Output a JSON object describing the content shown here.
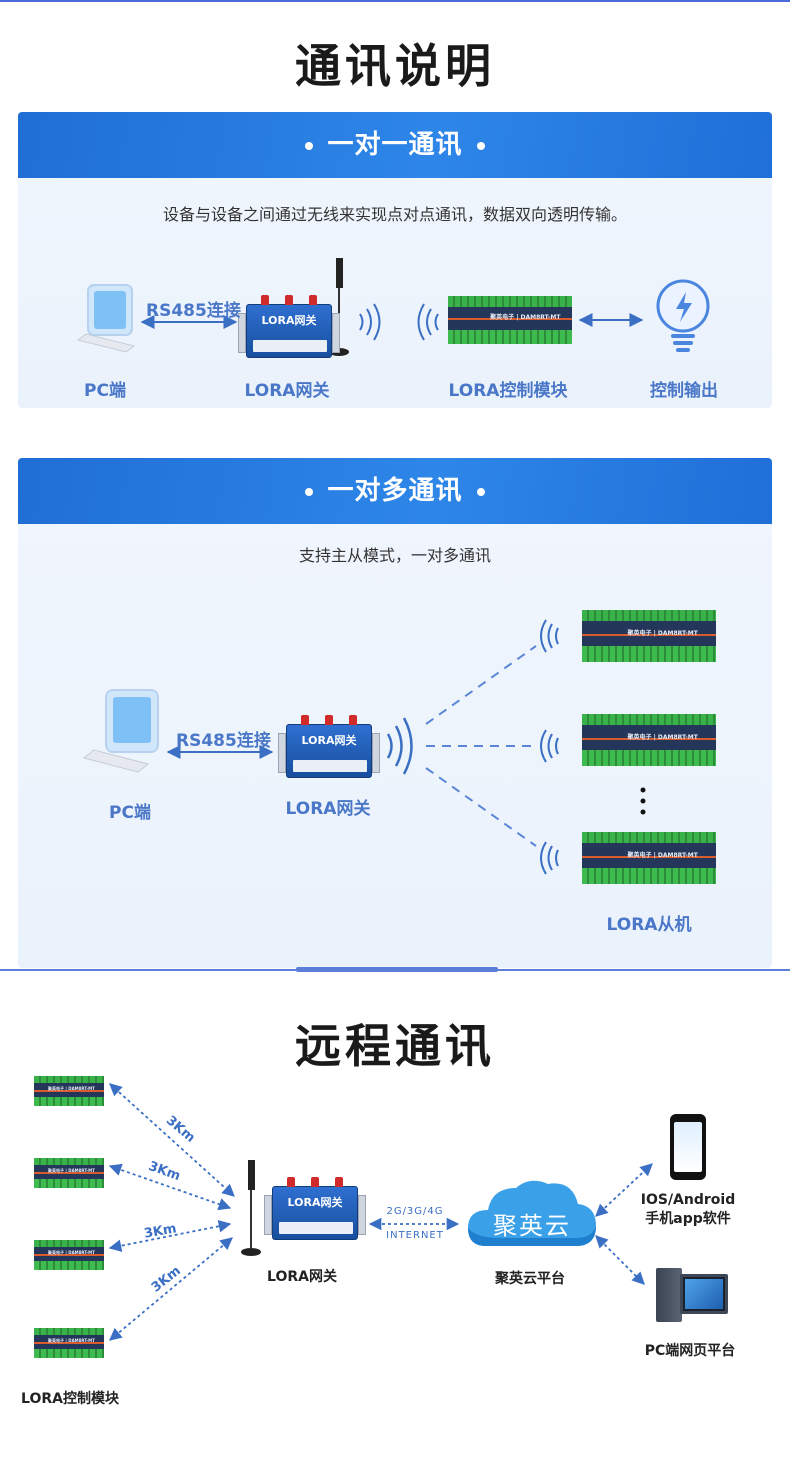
{
  "sections": {
    "comm_title": "通讯说明",
    "remote_title": "远程通讯"
  },
  "one_to_one": {
    "header": "一对一通讯",
    "desc": "设备与设备之间通过无线来实现点对点通讯，数据双向透明传输。",
    "link_label": "RS485连接",
    "pc_label": "PC端",
    "gateway_label": "LORA网关",
    "module_label": "LORA控制模块",
    "output_label": "控制输出"
  },
  "one_to_many": {
    "header": "一对多通讯",
    "desc": "支持主从模式，一对多通讯",
    "link_label": "RS485连接",
    "pc_label": "PC端",
    "gateway_label": "LORA网关",
    "slave_label": "LORA从机"
  },
  "remote": {
    "distance_labels": [
      "3Km",
      "3Km",
      "3Km",
      "3Km"
    ],
    "network_label": "2G/3G/4G",
    "internet_label": "INTERNET",
    "cloud_text": "聚英云",
    "cloud_label": "聚英云平台",
    "gateway_label": "LORA网关",
    "module_label": "LORA控制模块",
    "app_label_1": "IOS/Android",
    "app_label_2": "手机app软件",
    "pc_web_label": "PC端网页平台"
  },
  "devices": {
    "gateway_title": "LORA网关",
    "module_logo": "聚英电子 | DAM8RT-MT"
  },
  "colors": {
    "header_blue": "#2e86e8",
    "label_blue": "#4a77c8",
    "arrow_blue": "#3a6fc4",
    "dashed_blue": "#5b86d6",
    "cloud_blue": "#3aa0e8"
  },
  "icons": [
    "computer-icon",
    "bulb-icon",
    "wifi-wave-icon",
    "cloud-icon",
    "phone-icon",
    "pc-tower-icon"
  ]
}
